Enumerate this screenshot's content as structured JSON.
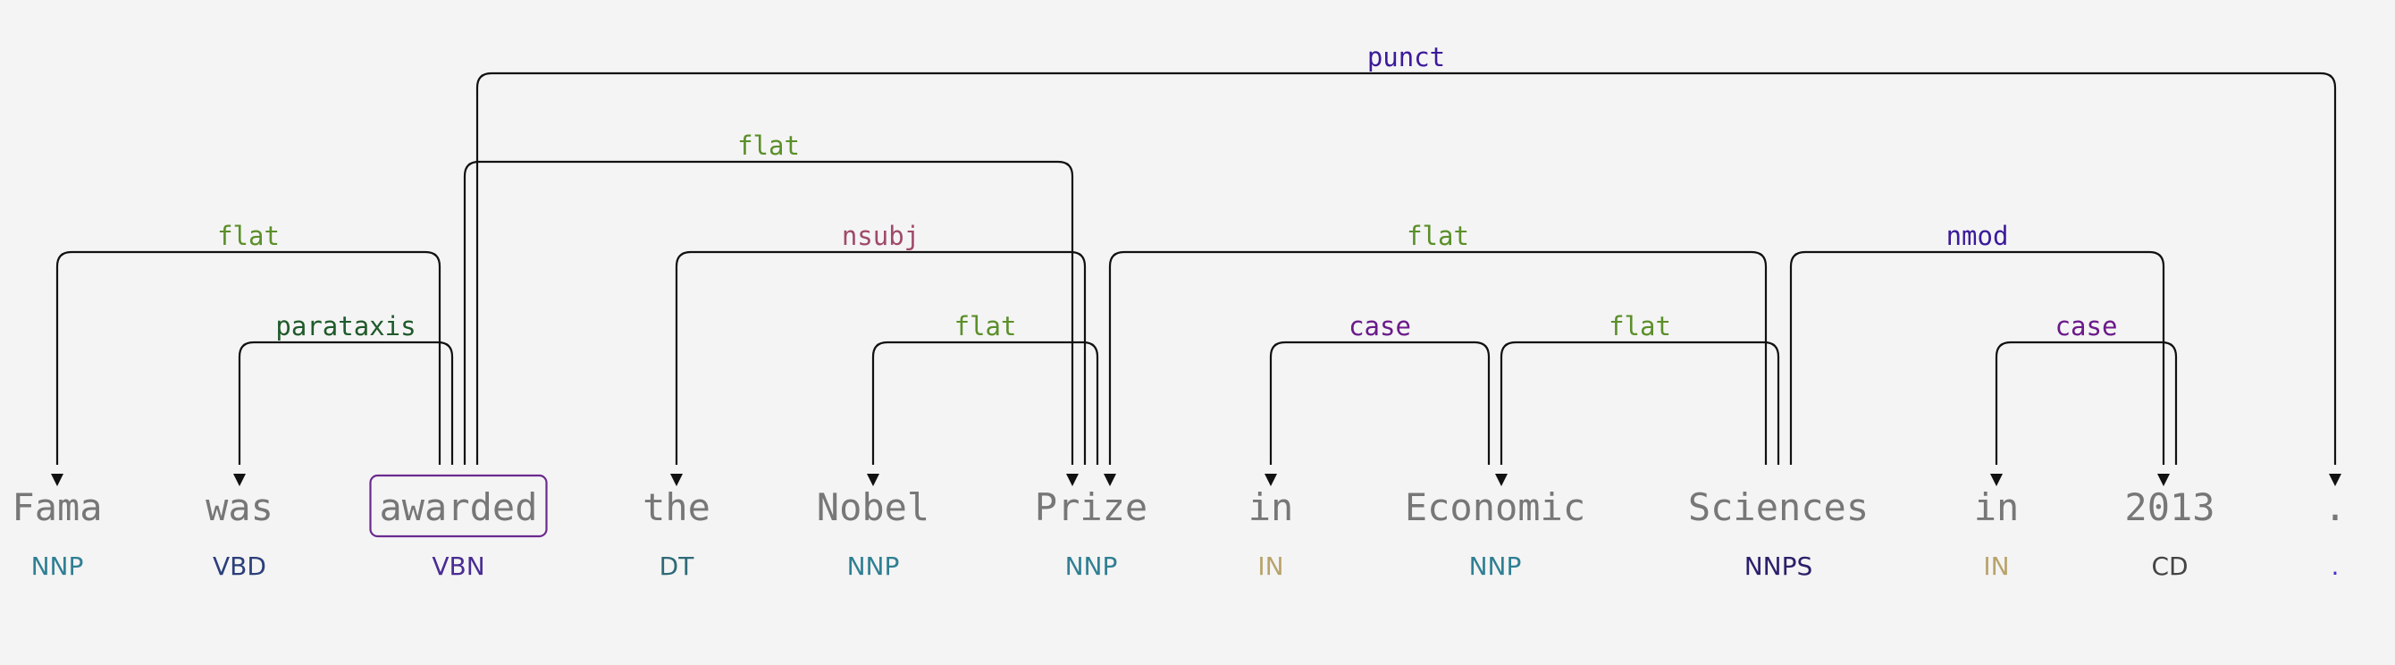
{
  "tokens": [
    {
      "text": "Fama",
      "pos": "NNP",
      "pos_color": "#2f7f93"
    },
    {
      "text": "was",
      "pos": "VBD",
      "pos_color": "#2b3f7a"
    },
    {
      "text": "awarded",
      "pos": "VBN",
      "pos_color": "#4a2c93"
    },
    {
      "text": "the",
      "pos": "DT",
      "pos_color": "#2e6a78"
    },
    {
      "text": "Nobel",
      "pos": "NNP",
      "pos_color": "#2f7f93"
    },
    {
      "text": "Prize",
      "pos": "NNP",
      "pos_color": "#2f7f93"
    },
    {
      "text": "in",
      "pos": "IN",
      "pos_color": "#b8a36a"
    },
    {
      "text": "Economic",
      "pos": "NNP",
      "pos_color": "#2f7f93"
    },
    {
      "text": "Sciences",
      "pos": "NNPS",
      "pos_color": "#2a1f6a"
    },
    {
      "text": "in",
      "pos": "IN",
      "pos_color": "#b8a36a"
    },
    {
      "text": "2013",
      "pos": "CD",
      "pos_color": "#444444"
    },
    {
      "text": ".",
      "pos": ".",
      "pos_color": "#4a2cd0"
    }
  ],
  "root_token": 2,
  "arcs": [
    {
      "head": 2,
      "dep": 11,
      "label": "punct",
      "color": "#3b1a9a"
    },
    {
      "head": 2,
      "dep": 5,
      "label": "flat",
      "color": "#5b8f2a"
    },
    {
      "head": 2,
      "dep": 0,
      "label": "flat",
      "color": "#5b8f2a"
    },
    {
      "head": 5,
      "dep": 3,
      "label": "nsubj",
      "color": "#a04a6a"
    },
    {
      "head": 8,
      "dep": 5,
      "label": "flat",
      "color": "#5b8f2a"
    },
    {
      "head": 8,
      "dep": 10,
      "label": "nmod",
      "color": "#3b1a9a"
    },
    {
      "head": 2,
      "dep": 1,
      "label": "parataxis",
      "color": "#1f5a2a"
    },
    {
      "head": 5,
      "dep": 4,
      "label": "flat",
      "color": "#5b8f2a"
    },
    {
      "head": 7,
      "dep": 6,
      "label": "case",
      "color": "#6a1a8a"
    },
    {
      "head": 8,
      "dep": 7,
      "label": "flat",
      "color": "#5b8f2a"
    },
    {
      "head": 10,
      "dep": 9,
      "label": "case",
      "color": "#6a1a8a"
    }
  ]
}
